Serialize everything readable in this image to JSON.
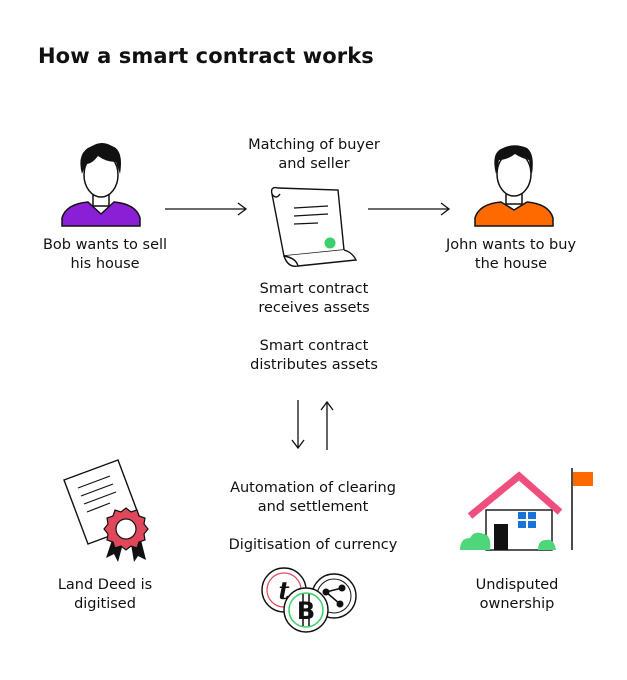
{
  "title": "How a smart contract works",
  "nodes": {
    "bob": {
      "line1": "Bob wants to sell",
      "line2": "his house"
    },
    "john": {
      "line1": "John wants to buy",
      "line2": "the house"
    },
    "matching": {
      "line1": "Matching of buyer",
      "line2": "and seller"
    },
    "receives": {
      "line1": "Smart contract",
      "line2": "receives assets"
    },
    "distributes": {
      "line1": "Smart contract",
      "line2": "distributes assets"
    },
    "automation": {
      "line1": "Automation of clearing",
      "line2": "and settlement"
    },
    "currency": {
      "line1": "Digitisation of currency"
    },
    "deed": {
      "line1": "Land Deed is",
      "line2": "digitised"
    },
    "ownership": {
      "line1": "Undisputed",
      "line2": "ownership"
    }
  },
  "colors": {
    "bob_shirt": "#8a1fd6",
    "john_shirt": "#ff6a00",
    "contract_dot": "#3ad06b",
    "roof": "#ee4f7e",
    "flag": "#ff6a00",
    "window": "#1a73d9",
    "bush": "#4fd67a",
    "seal": "#e0475b"
  },
  "icons": [
    "person-icon",
    "contract-scroll-icon",
    "arrow-right-icon",
    "arrow-down-icon",
    "arrow-up-icon",
    "land-deed-icon",
    "crypto-coins-icon",
    "house-icon"
  ]
}
